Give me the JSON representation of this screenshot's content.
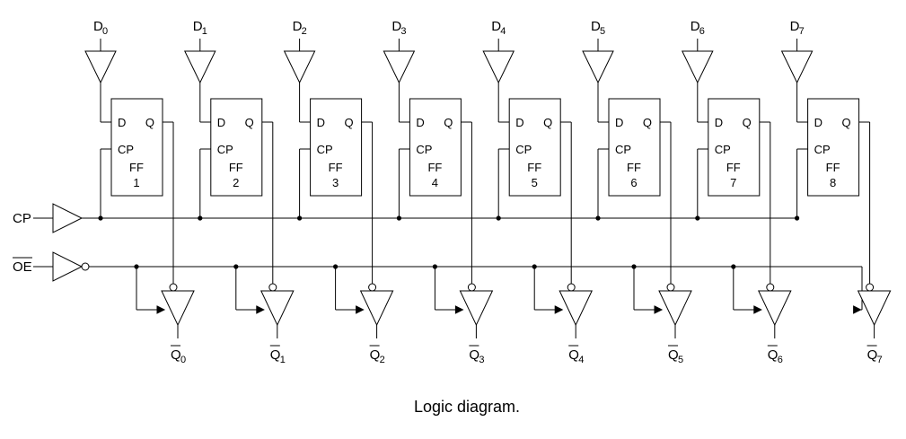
{
  "data_inputs": [
    {
      "letter": "D",
      "index": "0"
    },
    {
      "letter": "D",
      "index": "1"
    },
    {
      "letter": "D",
      "index": "2"
    },
    {
      "letter": "D",
      "index": "3"
    },
    {
      "letter": "D",
      "index": "4"
    },
    {
      "letter": "D",
      "index": "5"
    },
    {
      "letter": "D",
      "index": "6"
    },
    {
      "letter": "D",
      "index": "7"
    }
  ],
  "flip_flops": [
    {
      "d": "D",
      "q": "Q",
      "cp": "CP",
      "ff": "FF",
      "num": "1"
    },
    {
      "d": "D",
      "q": "Q",
      "cp": "CP",
      "ff": "FF",
      "num": "2"
    },
    {
      "d": "D",
      "q": "Q",
      "cp": "CP",
      "ff": "FF",
      "num": "3"
    },
    {
      "d": "D",
      "q": "Q",
      "cp": "CP",
      "ff": "FF",
      "num": "4"
    },
    {
      "d": "D",
      "q": "Q",
      "cp": "CP",
      "ff": "FF",
      "num": "5"
    },
    {
      "d": "D",
      "q": "Q",
      "cp": "CP",
      "ff": "FF",
      "num": "6"
    },
    {
      "d": "D",
      "q": "Q",
      "cp": "CP",
      "ff": "FF",
      "num": "7"
    },
    {
      "d": "D",
      "q": "Q",
      "cp": "CP",
      "ff": "FF",
      "num": "8"
    }
  ],
  "outputs": [
    {
      "letter": "Q",
      "index": "0"
    },
    {
      "letter": "Q",
      "index": "1"
    },
    {
      "letter": "Q",
      "index": "2"
    },
    {
      "letter": "Q",
      "index": "3"
    },
    {
      "letter": "Q",
      "index": "4"
    },
    {
      "letter": "Q",
      "index": "5"
    },
    {
      "letter": "Q",
      "index": "6"
    },
    {
      "letter": "Q",
      "index": "7"
    }
  ],
  "clock_input": "CP",
  "enable_input": "OE",
  "caption": "Logic diagram."
}
